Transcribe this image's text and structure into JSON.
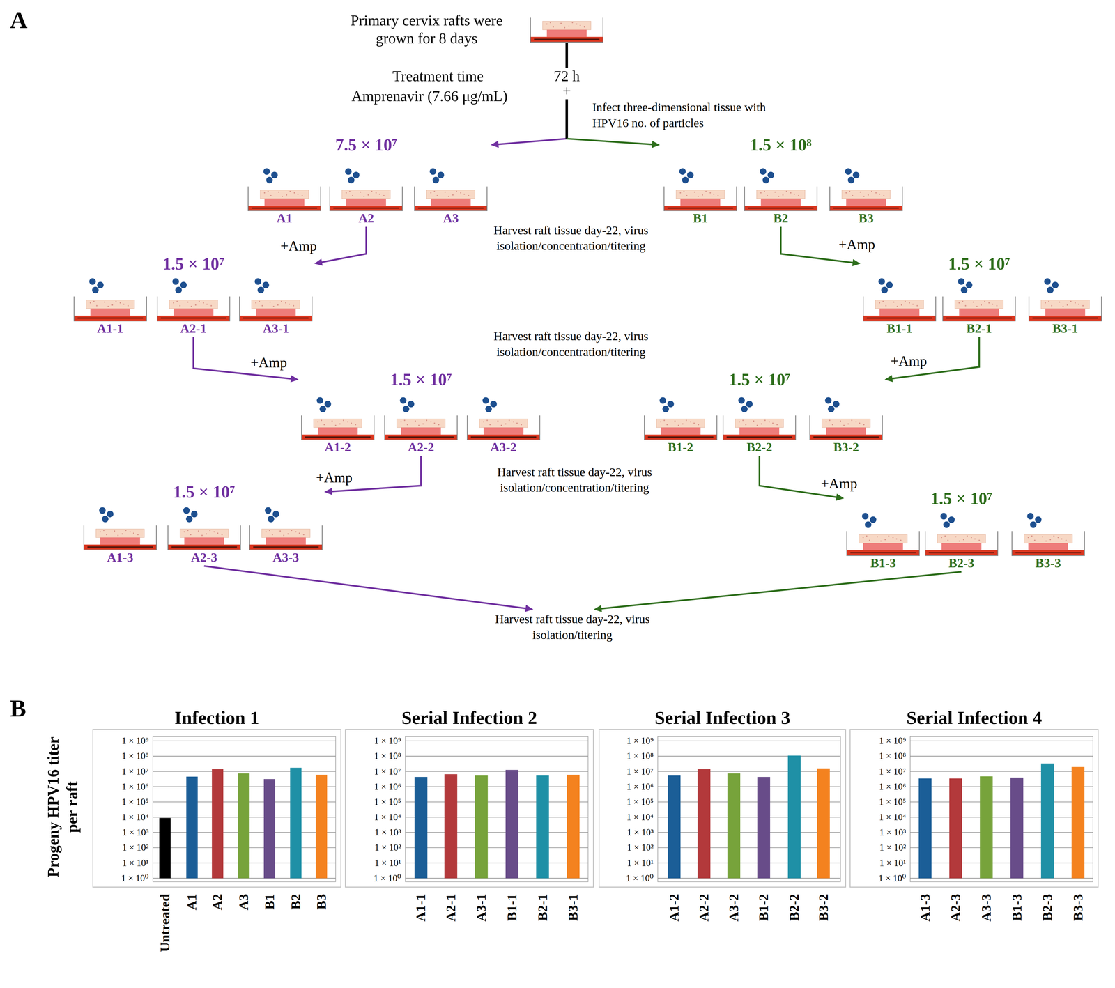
{
  "diagram": {
    "nodes": [
      {
        "text": [
          "Primary cervix rafts were grown for 8 days"
        ]
      },
      {
        "text": [
          "7.5 × 10⁷"
        ]
      },
      {
        "text": [
          "A1"
        ],
        "in": 1
      },
      {
        "text": [
          "A2"
        ],
        "in": 1
      },
      {
        "text": [
          "A3"
        ],
        "in": 1
      },
      {
        "text": [
          "1.5 × 10⁸"
        ]
      },
      {
        "text": [
          "B1"
        ],
        "in": 5
      },
      {
        "text": [
          "B2"
        ],
        "in": 5
      },
      {
        "text": [
          "B3"
        ],
        "in": 5
      },
      {
        "text": [
          "1.5 × 10⁷"
        ]
      },
      {
        "text": [
          "A1-1"
        ],
        "in": 9
      },
      {
        "text": [
          "A2-1"
        ],
        "in": 9
      },
      {
        "text": [
          "A3-1"
        ],
        "in": 9
      },
      {
        "text": [
          "1.5 × 10⁷"
        ]
      },
      {
        "text": [
          "B1-1"
        ],
        "in": 13
      },
      {
        "text": [
          "B2-1"
        ],
        "in": 13
      },
      {
        "text": [
          "B3-1"
        ],
        "in": 13
      },
      {
        "text": [
          "1.5 × 10⁷"
        ]
      },
      {
        "text": [
          "A1-2"
        ],
        "in": 17
      },
      {
        "text": [
          "A2-2"
        ],
        "in": 17
      },
      {
        "text": [
          "A3-2"
        ],
        "in": 17
      },
      {
        "text": [
          "1.5 × 10⁷"
        ]
      },
      {
        "text": [
          "B1-2"
        ],
        "in": 21
      },
      {
        "text": [
          "B2-2"
        ],
        "in": 21
      },
      {
        "text": [
          "B3-2"
        ],
        "in": 21
      },
      {
        "text": [
          "1.5 × 10⁷"
        ]
      },
      {
        "text": [
          "A1-3"
        ],
        "in": 25
      },
      {
        "text": [
          "A2-3"
        ],
        "in": 25
      },
      {
        "text": [
          "A3-3"
        ],
        "in": 25
      },
      {
        "text": [
          "1.5 × 10⁷"
        ]
      },
      {
        "text": [
          "B1-3"
        ],
        "in": 29
      },
      {
        "text": [
          "B2-3"
        ],
        "in": 29
      },
      {
        "text": [
          "B3-3"
        ],
        "in": 29
      },
      {
        "text": [
          "Harvest raft tissue day-22, virus isolation/titering"
        ]
      },
      {
        "text": [
          "Infection 1"
        ]
      },
      {
        "text": [
          "Serial Infection 2"
        ]
      },
      {
        "text": [
          "Serial Infection 3"
        ]
      },
      {
        "text": [
          "Serial Infection 4"
        ]
      }
    ],
    "edges": [
      {
        "from": 0,
        "to": 1,
        "arrow": "to"
      },
      {
        "from": 0,
        "to": 5,
        "arrow": "to"
      },
      {
        "from": 3,
        "to": 9,
        "label": "+Amp",
        "arrow": "to"
      },
      {
        "from": 7,
        "to": 13,
        "label": "+Amp",
        "arrow": "to"
      },
      {
        "from": 11,
        "to": 17,
        "label": "+Amp",
        "arrow": "to"
      },
      {
        "from": 15,
        "to": 21,
        "label": "+Amp",
        "arrow": "to"
      },
      {
        "from": 19,
        "to": 25,
        "label": "+Amp",
        "arrow": "to"
      },
      {
        "from": 23,
        "to": 29,
        "label": "+Amp",
        "arrow": "to"
      },
      {
        "from": 27,
        "to": 33,
        "arrow": "to"
      },
      {
        "from": 31,
        "to": 33,
        "arrow": "to"
      }
    ],
    "labels": [
      "A",
      "Treatment time",
      "Amprenavir (7.66 μg/mL)",
      "72 h",
      "+",
      "Infect three-dimensional tissue with HPV16 no. of particles",
      "Harvest raft tissue day-22, virus isolation/concentration/titering",
      "Harvest raft tissue day-22, virus isolation/concentration/titering",
      "Harvest raft tissue day-22, virus isolation/concentration/titering",
      "B",
      "Progeny HPV16 titer per raft",
      "1 × 10⁹",
      "1 × 10⁸",
      "1 × 10⁷",
      "1 × 10⁶",
      "1 × 10⁵",
      "1 × 10⁴",
      "1 × 10³",
      "1 × 10²",
      "1 × 10¹",
      "1 × 10⁰",
      "1 × 10⁹",
      "1 × 10⁸",
      "1 × 10⁷",
      "1 × 10⁶",
      "1 × 10⁵",
      "1 × 10⁴",
      "1 × 10³",
      "1 × 10²",
      "1 × 10¹",
      "1 × 10⁰",
      "1 × 10⁹",
      "1 × 10⁸",
      "1 × 10⁷",
      "1 × 10⁶",
      "1 × 10⁵",
      "1 × 10⁴",
      "1 × 10³",
      "1 × 10²",
      "1 × 10¹",
      "1 × 10⁰",
      "1 × 10⁹",
      "1 × 10⁸",
      "1 × 10⁷",
      "1 × 10⁶",
      "1 × 10⁵",
      "1 × 10⁴",
      "1 × 10³",
      "1 × 10²",
      "1 × 10¹",
      "1 × 10⁰",
      "Untreated",
      "A1",
      "A2",
      "A3",
      "B1",
      "B2",
      "B3",
      "A1-1",
      "A2-1",
      "A3-1",
      "B1-1",
      "B2-1",
      "B3-1",
      "A1-2",
      "A2-2",
      "A3-2",
      "B1-2",
      "B2-2",
      "B3-2",
      "A1-3",
      "A2-3",
      "A3-3",
      "B1-3",
      "B2-3",
      "B3-3"
    ]
  }
}
